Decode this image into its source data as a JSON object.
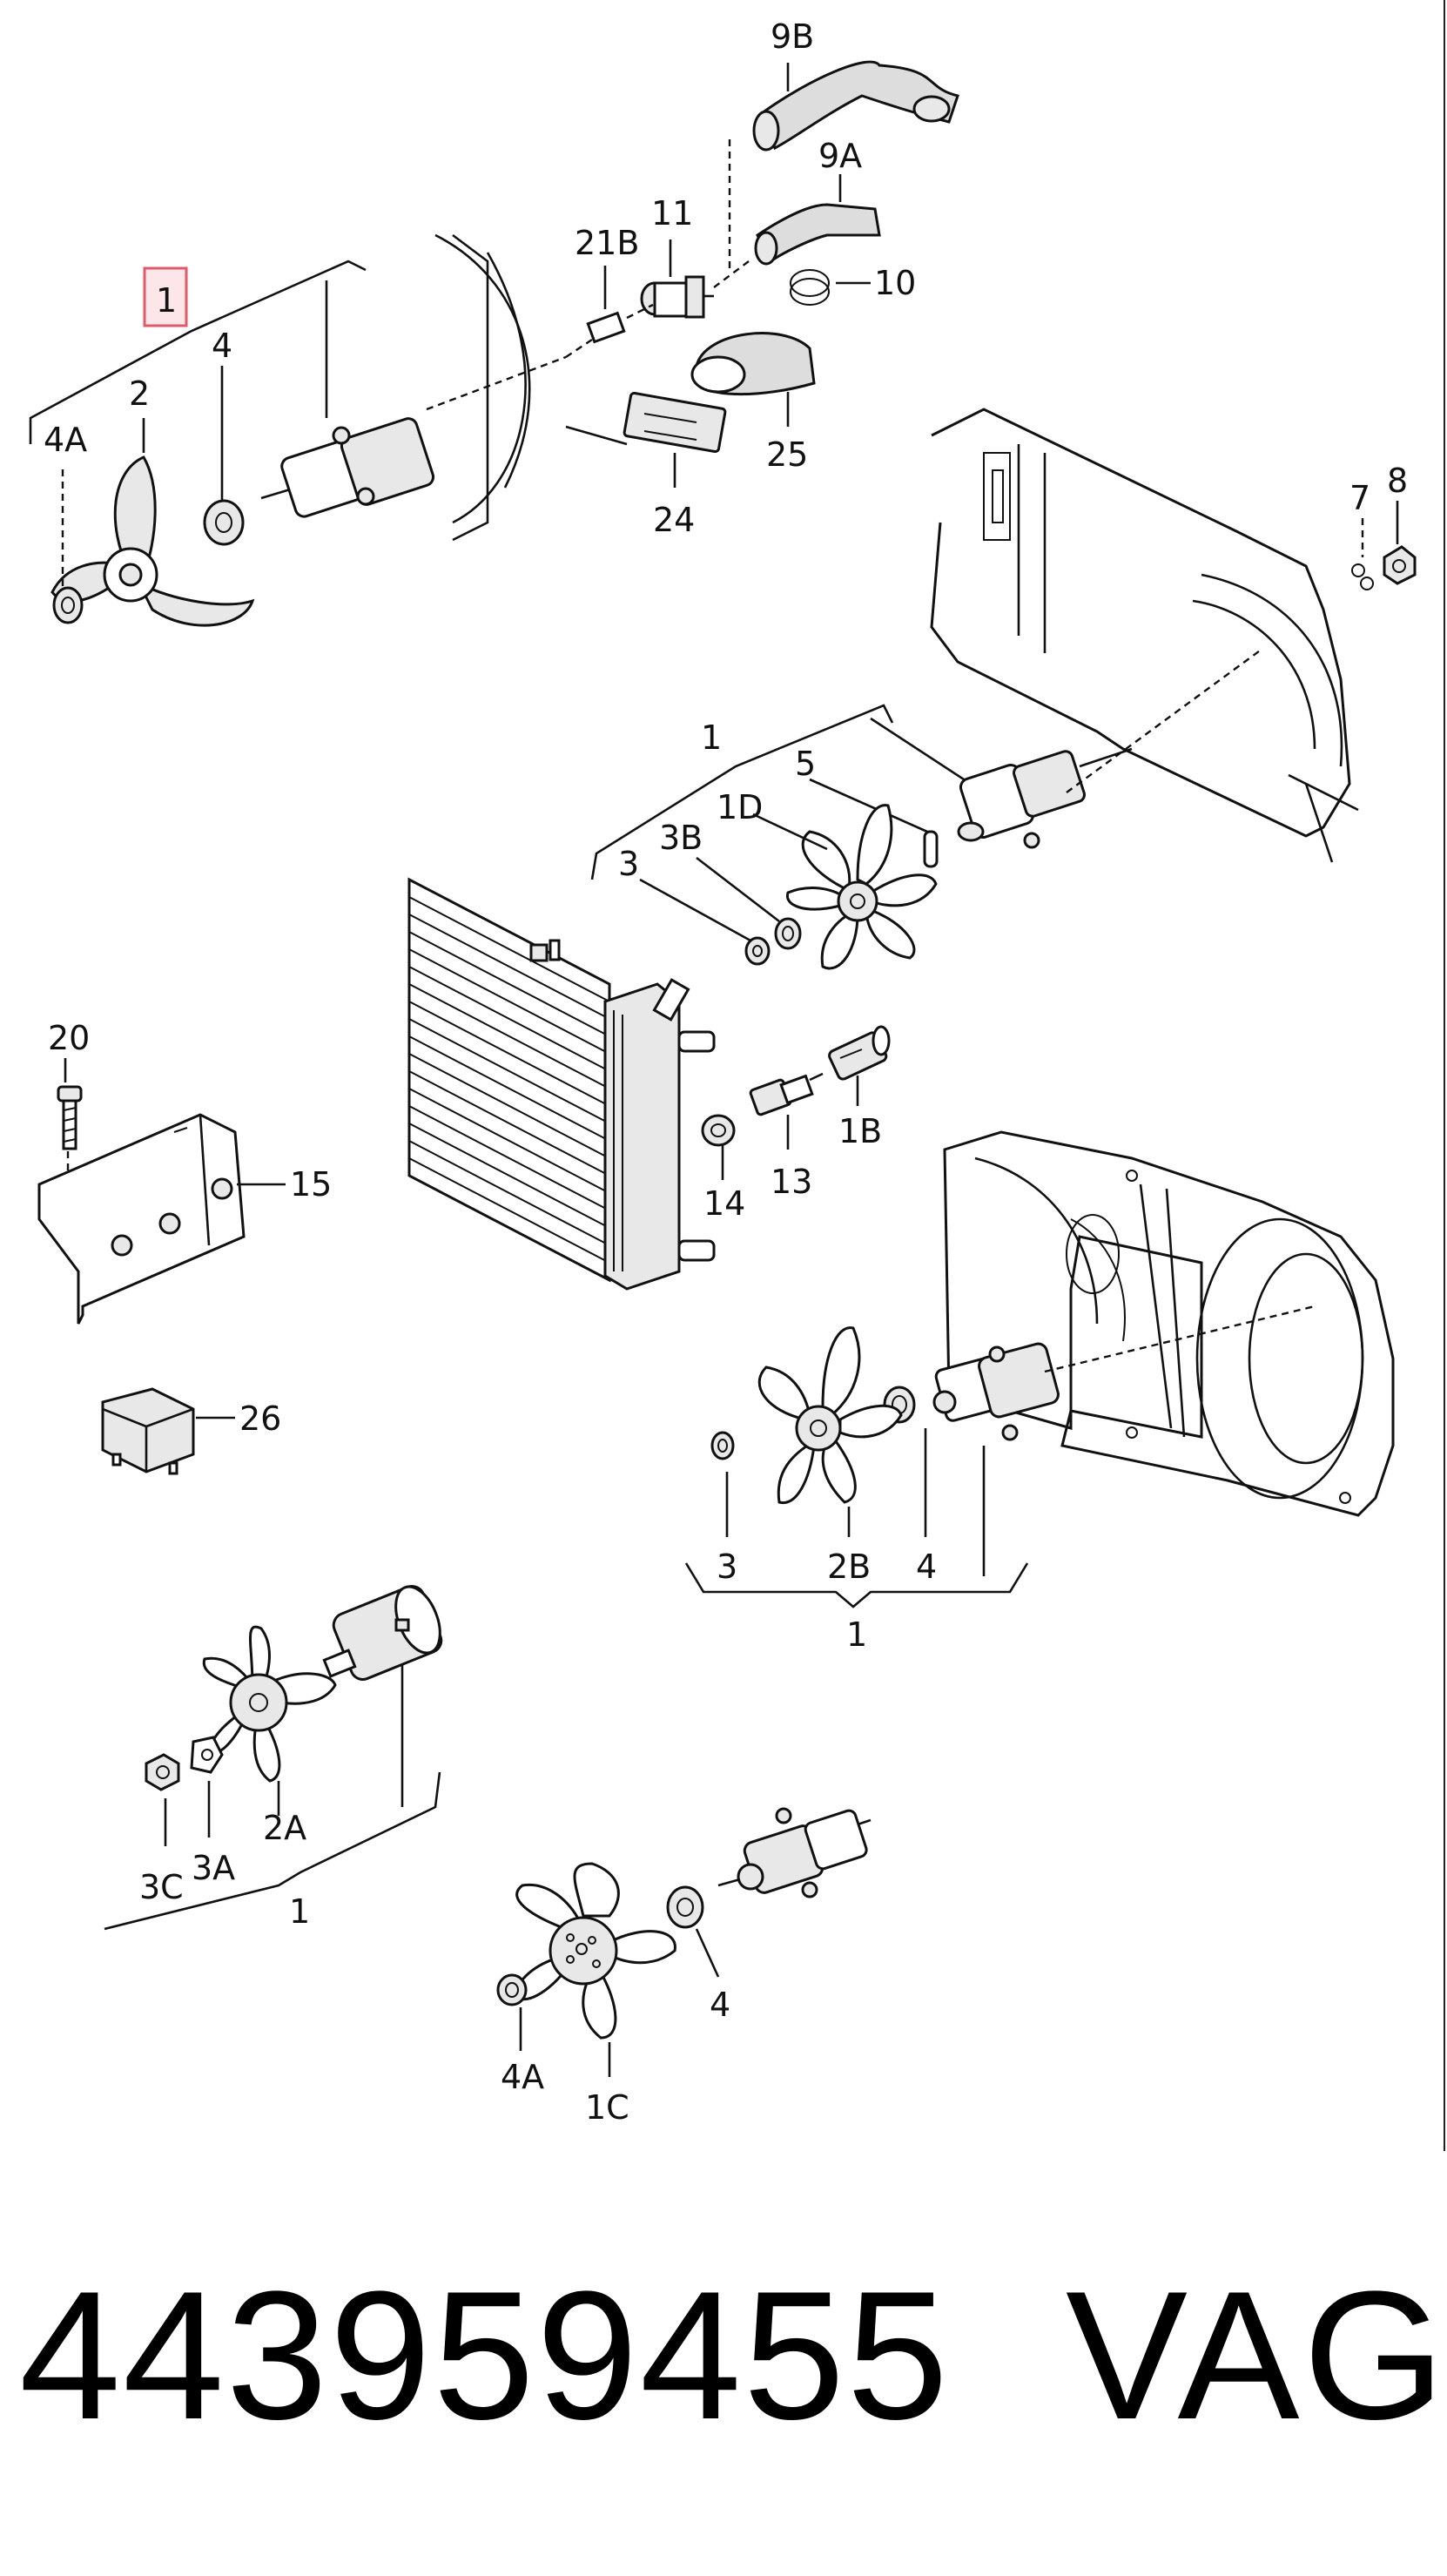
{
  "callouts": {
    "c9b": "9B",
    "c9a": "9A",
    "c11": "11",
    "c21b": "21B",
    "c10": "10",
    "c1_top": "1",
    "c4_top": "4",
    "c2": "2",
    "c4a_top": "4A",
    "c25": "25",
    "c24": "24",
    "c7": "7",
    "c8": "8",
    "c1_mid": "1",
    "c5": "5",
    "c1d": "1D",
    "c3b": "3B",
    "c3_mid": "3",
    "c20": "20",
    "c15": "15",
    "c14": "14",
    "c13": "13",
    "c1b": "1B",
    "c26": "26",
    "c3_low": "3",
    "c2b": "2B",
    "c4_low": "4",
    "c1_low": "1",
    "c3c": "3C",
    "c3a": "3A",
    "c2a": "2A",
    "c1_left": "1",
    "c4_bottom": "4",
    "c4a_bottom": "4A",
    "c1c": "1C"
  },
  "highlight": {
    "label": "1",
    "color": "#e05a6a"
  },
  "footer": {
    "part_number": "443959455",
    "brand": "VAG"
  }
}
